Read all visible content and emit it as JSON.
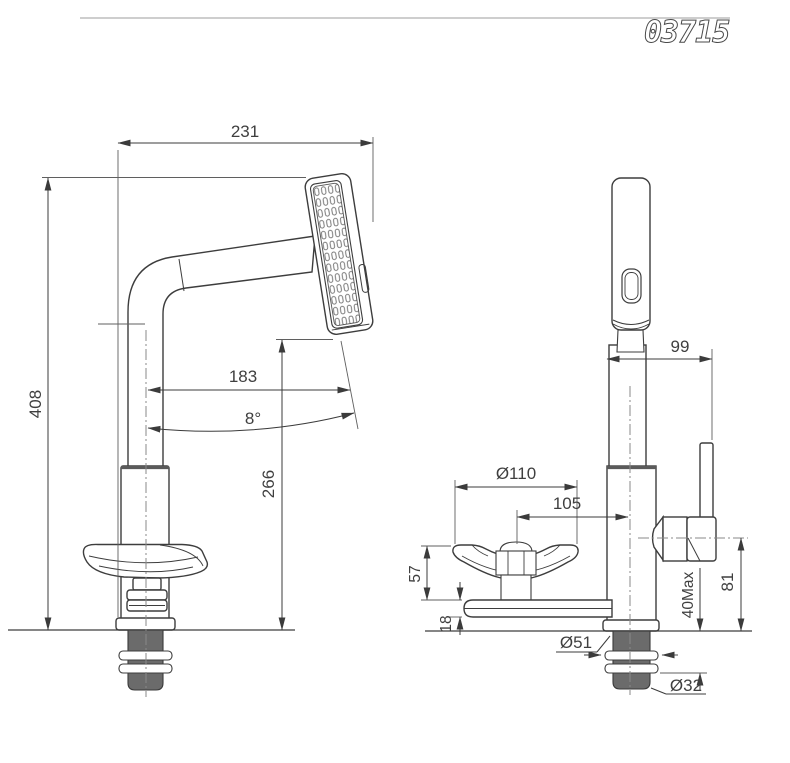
{
  "drawing": {
    "part_number": "03715",
    "dimensions": {
      "overall_width": "231",
      "overall_height": "408",
      "spout_reach": "183",
      "spout_angle": "8°",
      "spout_height": "266",
      "head_offset": "99",
      "tray_diameter": "Ø110",
      "tray_center_offset": "105",
      "tray_height": "57",
      "arm_thickness": "18",
      "flange_diameter": "Ø51",
      "max_deck_thickness": "40Max",
      "handle_height": "81",
      "shank_diameter": "Ø32"
    }
  }
}
